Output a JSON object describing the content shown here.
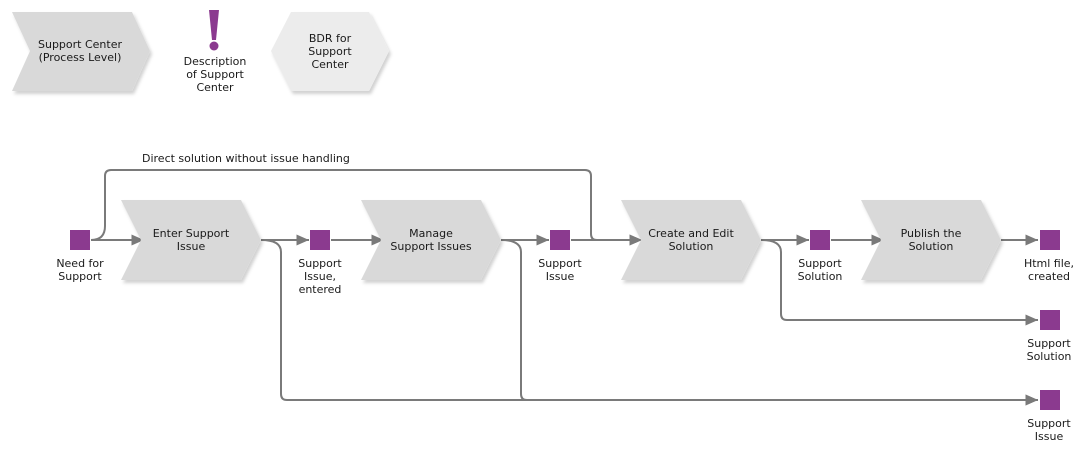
{
  "colors": {
    "function_fill": "#d9d9d9",
    "function_shadow": "#c2c2c2",
    "hex_fill": "#ececec",
    "event_fill": "#8b3a8f",
    "info_mark": "#8b3a8f",
    "connector": "#7a7a7a"
  },
  "legend": {
    "process_level": "Support Center\n(Process Level)",
    "description_icon": "exclamation-mark-icon",
    "description": "Description\nof Support\nCenter",
    "bdr": "BDR for\nSupport\nCenter"
  },
  "functions": [
    {
      "id": "f1",
      "label": "Enter Support\nIssue"
    },
    {
      "id": "f2",
      "label": "Manage\nSupport Issues"
    },
    {
      "id": "f3",
      "label": "Create and Edit\nSolution"
    },
    {
      "id": "f4",
      "label": "Publish the\nSolution"
    }
  ],
  "events": [
    {
      "id": "e1",
      "label": "Need for\nSupport"
    },
    {
      "id": "e2",
      "label": "Support\nIssue,\nentered"
    },
    {
      "id": "e3",
      "label": "Support\nIssue"
    },
    {
      "id": "e4",
      "label": "Support\nSolution"
    },
    {
      "id": "e5",
      "label": "Html file,\ncreated"
    },
    {
      "id": "e6",
      "label": "Support\nSolution"
    },
    {
      "id": "e7",
      "label": "Support\nIssue"
    }
  ],
  "bypass_label": "Direct solution without issue handling"
}
